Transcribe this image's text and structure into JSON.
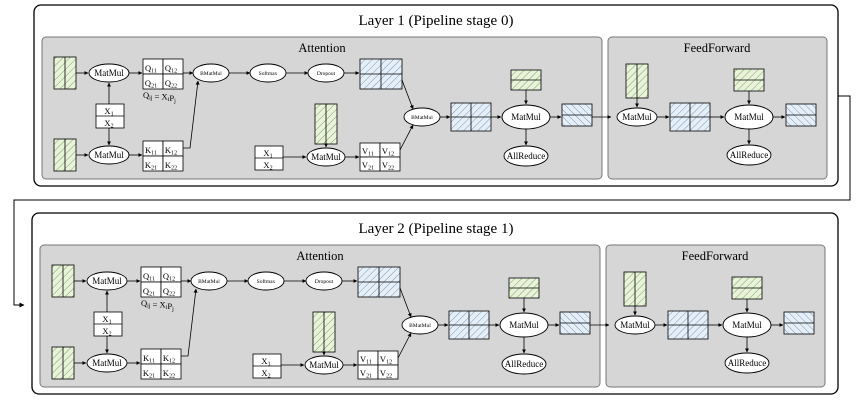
{
  "layers": [
    {
      "title": "Layer 1 (Pipeline stage 0)",
      "attention_title": "Attention",
      "ff_title": "FeedForward"
    },
    {
      "title": "Layer 2 (Pipeline stage 1)",
      "attention_title": "Attention",
      "ff_title": "FeedForward"
    }
  ],
  "ops": {
    "matmul": "MatMul",
    "bmatmul": "BMatMul",
    "softmax": "Softmax",
    "dropout": "Dropout",
    "allreduce": "AllReduce"
  },
  "labels": {
    "x1": "X",
    "x1_sub": "1",
    "x2": "X",
    "x2_sub": "2",
    "q11": "Q",
    "q11_sub": "11",
    "q12": "Q",
    "q12_sub": "12",
    "q21": "Q",
    "q21_sub": "21",
    "q22": "Q",
    "q22_sub": "22",
    "k11": "K",
    "k11_sub": "11",
    "k12": "K",
    "k12_sub": "12",
    "k21": "K",
    "k21_sub": "21",
    "k22": "K",
    "k22_sub": "22",
    "v11": "V",
    "v11_sub": "11",
    "v12": "V",
    "v12_sub": "12",
    "v21": "V",
    "v21_sub": "21",
    "v22": "V",
    "v22_sub": "22",
    "formula_q": "Q",
    "formula_ij": "ij",
    "formula_eq": " = X",
    "formula_i": "i",
    "formula_p": "P",
    "formula_j": "j"
  },
  "colors": {
    "layer_border": "#000000",
    "panel_fill": "#d6d6d6",
    "matrix_green": "#e9f3dc",
    "matrix_blue": "#e6eff7",
    "hatch_green": "#6f9a4a",
    "hatch_blue": "#6a8fb5"
  }
}
